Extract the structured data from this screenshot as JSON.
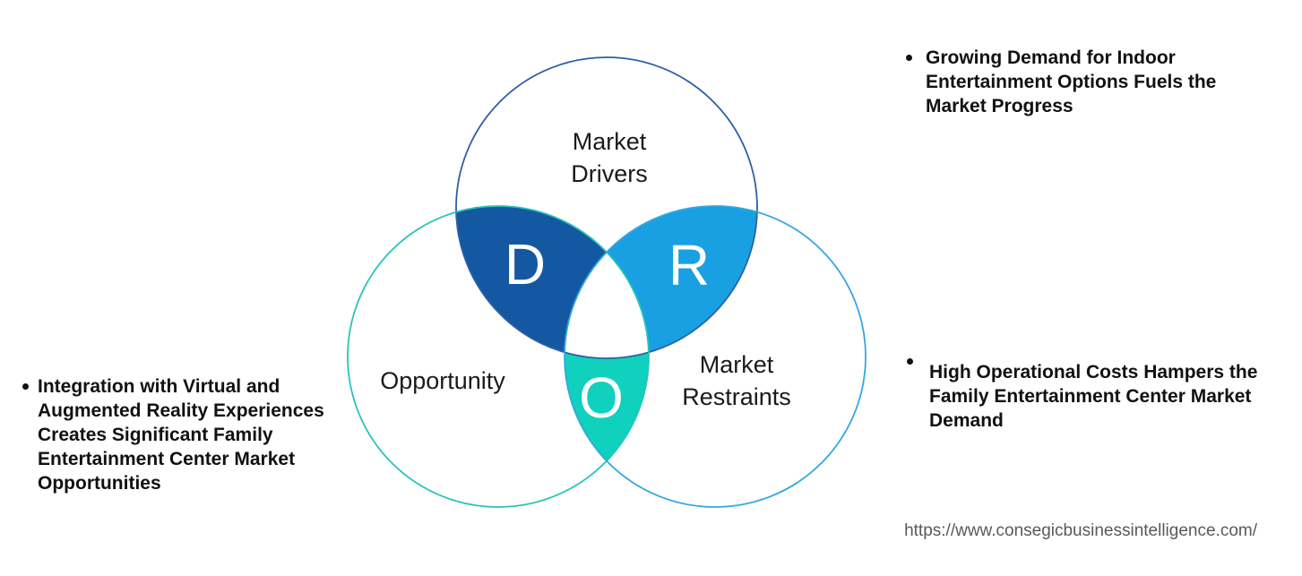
{
  "venn": {
    "drivers": {
      "label": "Market\nDrivers",
      "letter": "D",
      "stroke": "#2d5fa6",
      "region_fill": "#1558a2"
    },
    "restraints": {
      "label": "Market\nRestraints",
      "letter": "R",
      "stroke": "#33a7e0",
      "region_fill": "#19a0e2"
    },
    "opportunity": {
      "label": "Opportunity",
      "letter": "O",
      "stroke": "#27c5b6",
      "region_fill": "#10d1bd"
    },
    "center_fill": "#ffffff",
    "letter_color": "#ffffff"
  },
  "bullets": {
    "top_right": {
      "text": "Growing Demand for Indoor\nEntertainment Options Fuels the\nMarket Progress"
    },
    "mid_right": {
      "text": "High Operational Costs Hampers the\nFamily Entertainment Center Market\nDemand"
    },
    "left": {
      "text": "Integration with Virtual and\nAugmented Reality Experiences\nCreates Significant Family\nEntertainment Center Market\nOpportunities"
    }
  },
  "footer": {
    "url": "https://www.consegicbusinessintelligence.com/"
  }
}
